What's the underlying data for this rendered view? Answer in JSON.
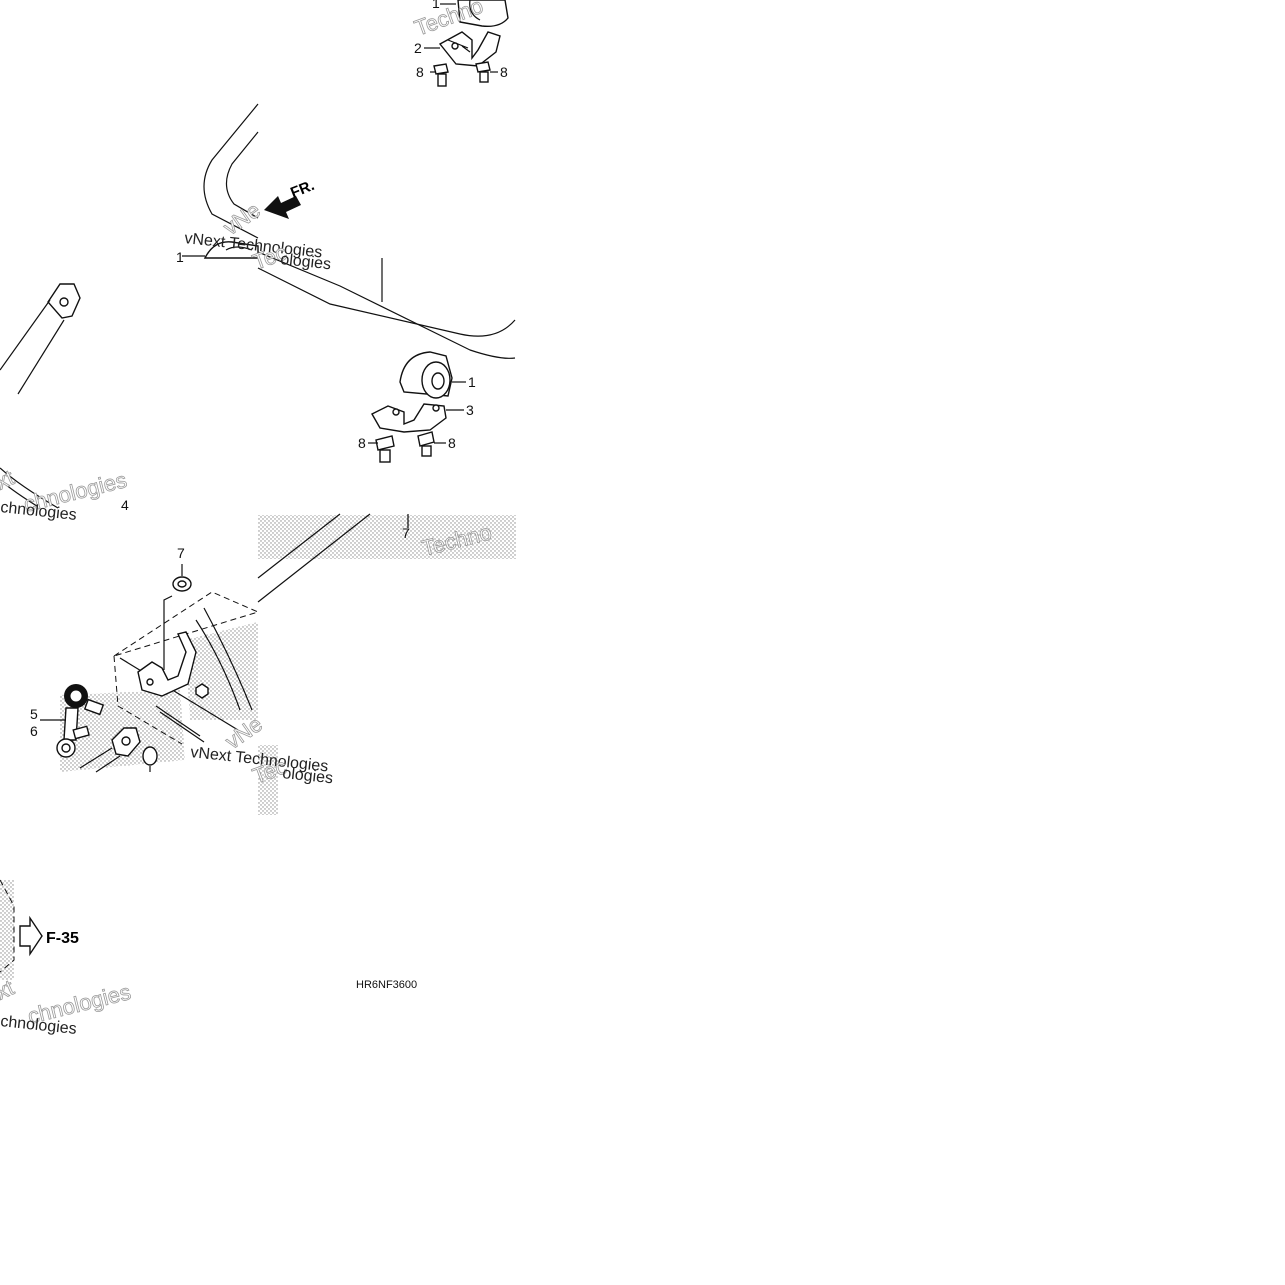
{
  "diagram": {
    "code": "HR6NF3600",
    "reference": "F-35",
    "direction_label": "FR.",
    "watermark": {
      "line1": "vNext Technologies",
      "word1": "vNext",
      "word2": "Technologies",
      "short": "Techno",
      "frag1": "Tec",
      "frag2": "ologies",
      "frag3": "chnologies",
      "frag4": "xt",
      "frag5": "vNe"
    },
    "callouts": {
      "c1_top": "1",
      "c2": "2",
      "c8_a": "8",
      "c8_b": "8",
      "c1_left": "1",
      "c1_right": "1",
      "c3": "3",
      "c8_c": "8",
      "c8_d": "8",
      "c4": "4",
      "c7_right": "7",
      "c7_left": "7",
      "c5": "5",
      "c6": "6"
    }
  }
}
